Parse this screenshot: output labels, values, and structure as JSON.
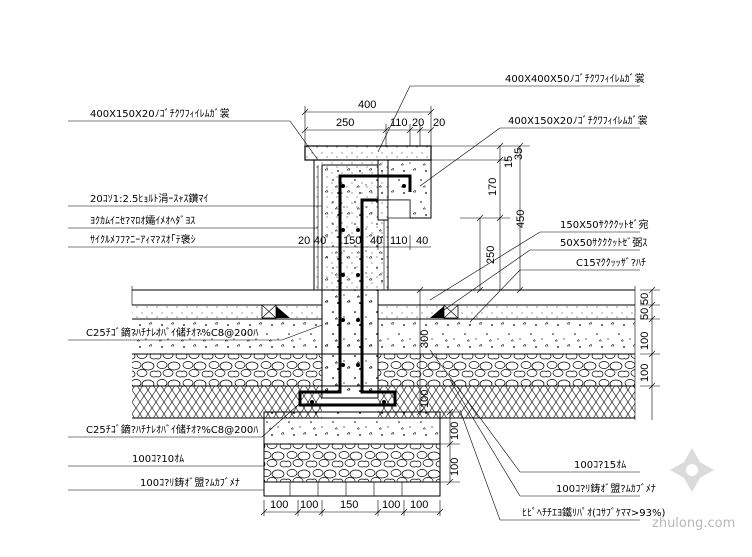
{
  "labels": {
    "top_cap": "400X400X50ﾉｺﾞﾁｸﾜﾌｨｲﾚﾑｶﾞ裳",
    "left_block": "400X150X20ﾉｺﾞﾁｸﾜﾌｨｲﾚﾑｶﾞ裳",
    "right_block": "400X150X20ﾉｺﾞﾁｸﾜﾌｨｲﾚﾑｶﾞ裳",
    "mortar": "20ｺｿ1:2.5ﾋｮﾙﾄ涓ｰｽｬｽ鑽ﾏｲ",
    "note2": "ﾖｸｶﾑｲﾆｾ?ﾏﾛｵ孀ｲﾒｵﾍﾀﾞﾖｽ",
    "note3": "ｻｲｸﾙﾒﾌﾌ?ﾆｰｱｨﾏ?ｽｵ｢ﾃ褒ｼ",
    "strip_150": "150X50ｻｸｸｸｯﾄｾﾞ宛",
    "strip_50": "50X50ｻｸｸｸｯﾄｾﾞ弼ｽ",
    "c15": "C15ﾏｸｸｯｯｻﾞ?ﾊﾁ",
    "c25_top": "C25ﾁｺﾞ鏑?ﾊﾁﾅﾚｵﾊﾞｲ储ﾁｵ?%C8@200ﾊ",
    "c25_bottom": "C25ﾁｺﾞ鏑?ﾊﾁﾅﾚｵﾊﾞｲ储ﾁｵ?%C8@200ﾊ",
    "left_100_1": "100ｺ?10ｵﾑ",
    "left_100_2": "100ｺ?ﾘ鋳ｵﾞ盟?ﾑｶﾌﾞﾒﾅ",
    "right_100_1": "100ｺ?15ｵﾑ",
    "right_100_2": "100ｺ?ﾘ鋳ｵﾞ盟?ﾑｶﾌﾞﾒﾅ",
    "right_bottom": "ﾋﾋﾟﾍﾁﾁｴﾖ鐵ﾘﾊﾟｵ(ｺｻﾌﾞｹﾏﾏ>93%)"
  },
  "dims": {
    "d400": "400",
    "d250": "250",
    "d110": "110",
    "d20a": "20",
    "d20b": "20",
    "d15": "15",
    "d35": "35",
    "d170": "170",
    "d450": "450",
    "d250v": "250",
    "mid_20": "20",
    "mid_40a": "40",
    "mid_150": "150",
    "mid_40b": "40",
    "mid_110": "110",
    "mid_40c": "40",
    "r50a": "50",
    "r50b": "50",
    "r100a": "100",
    "r100b": "100",
    "v300": "300",
    "v100a": "100",
    "v100b": "100",
    "v100c": "100",
    "b100a": "100",
    "b100b": "100",
    "b150": "150",
    "b100c": "100",
    "b100d": "100"
  },
  "watermark": "zhulong.com"
}
